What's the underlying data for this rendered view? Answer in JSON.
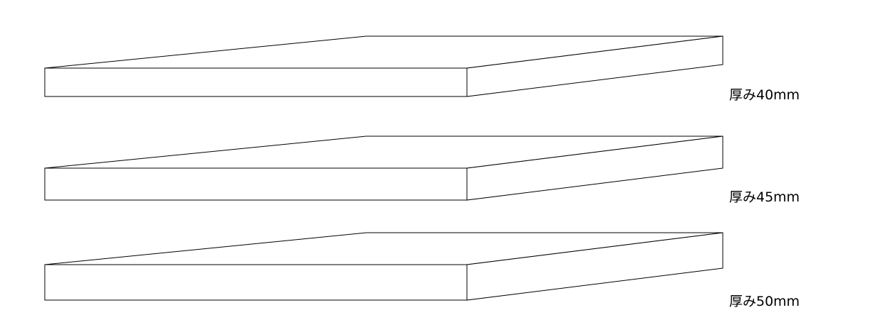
{
  "diagram": {
    "stroke_color": "#000000",
    "fill_color": "#ffffff",
    "slabs": [
      {
        "label": "厚み40mm",
        "thickness_mm": 40
      },
      {
        "label": "厚み45mm",
        "thickness_mm": 45
      },
      {
        "label": "厚み50mm",
        "thickness_mm": 50
      }
    ]
  }
}
